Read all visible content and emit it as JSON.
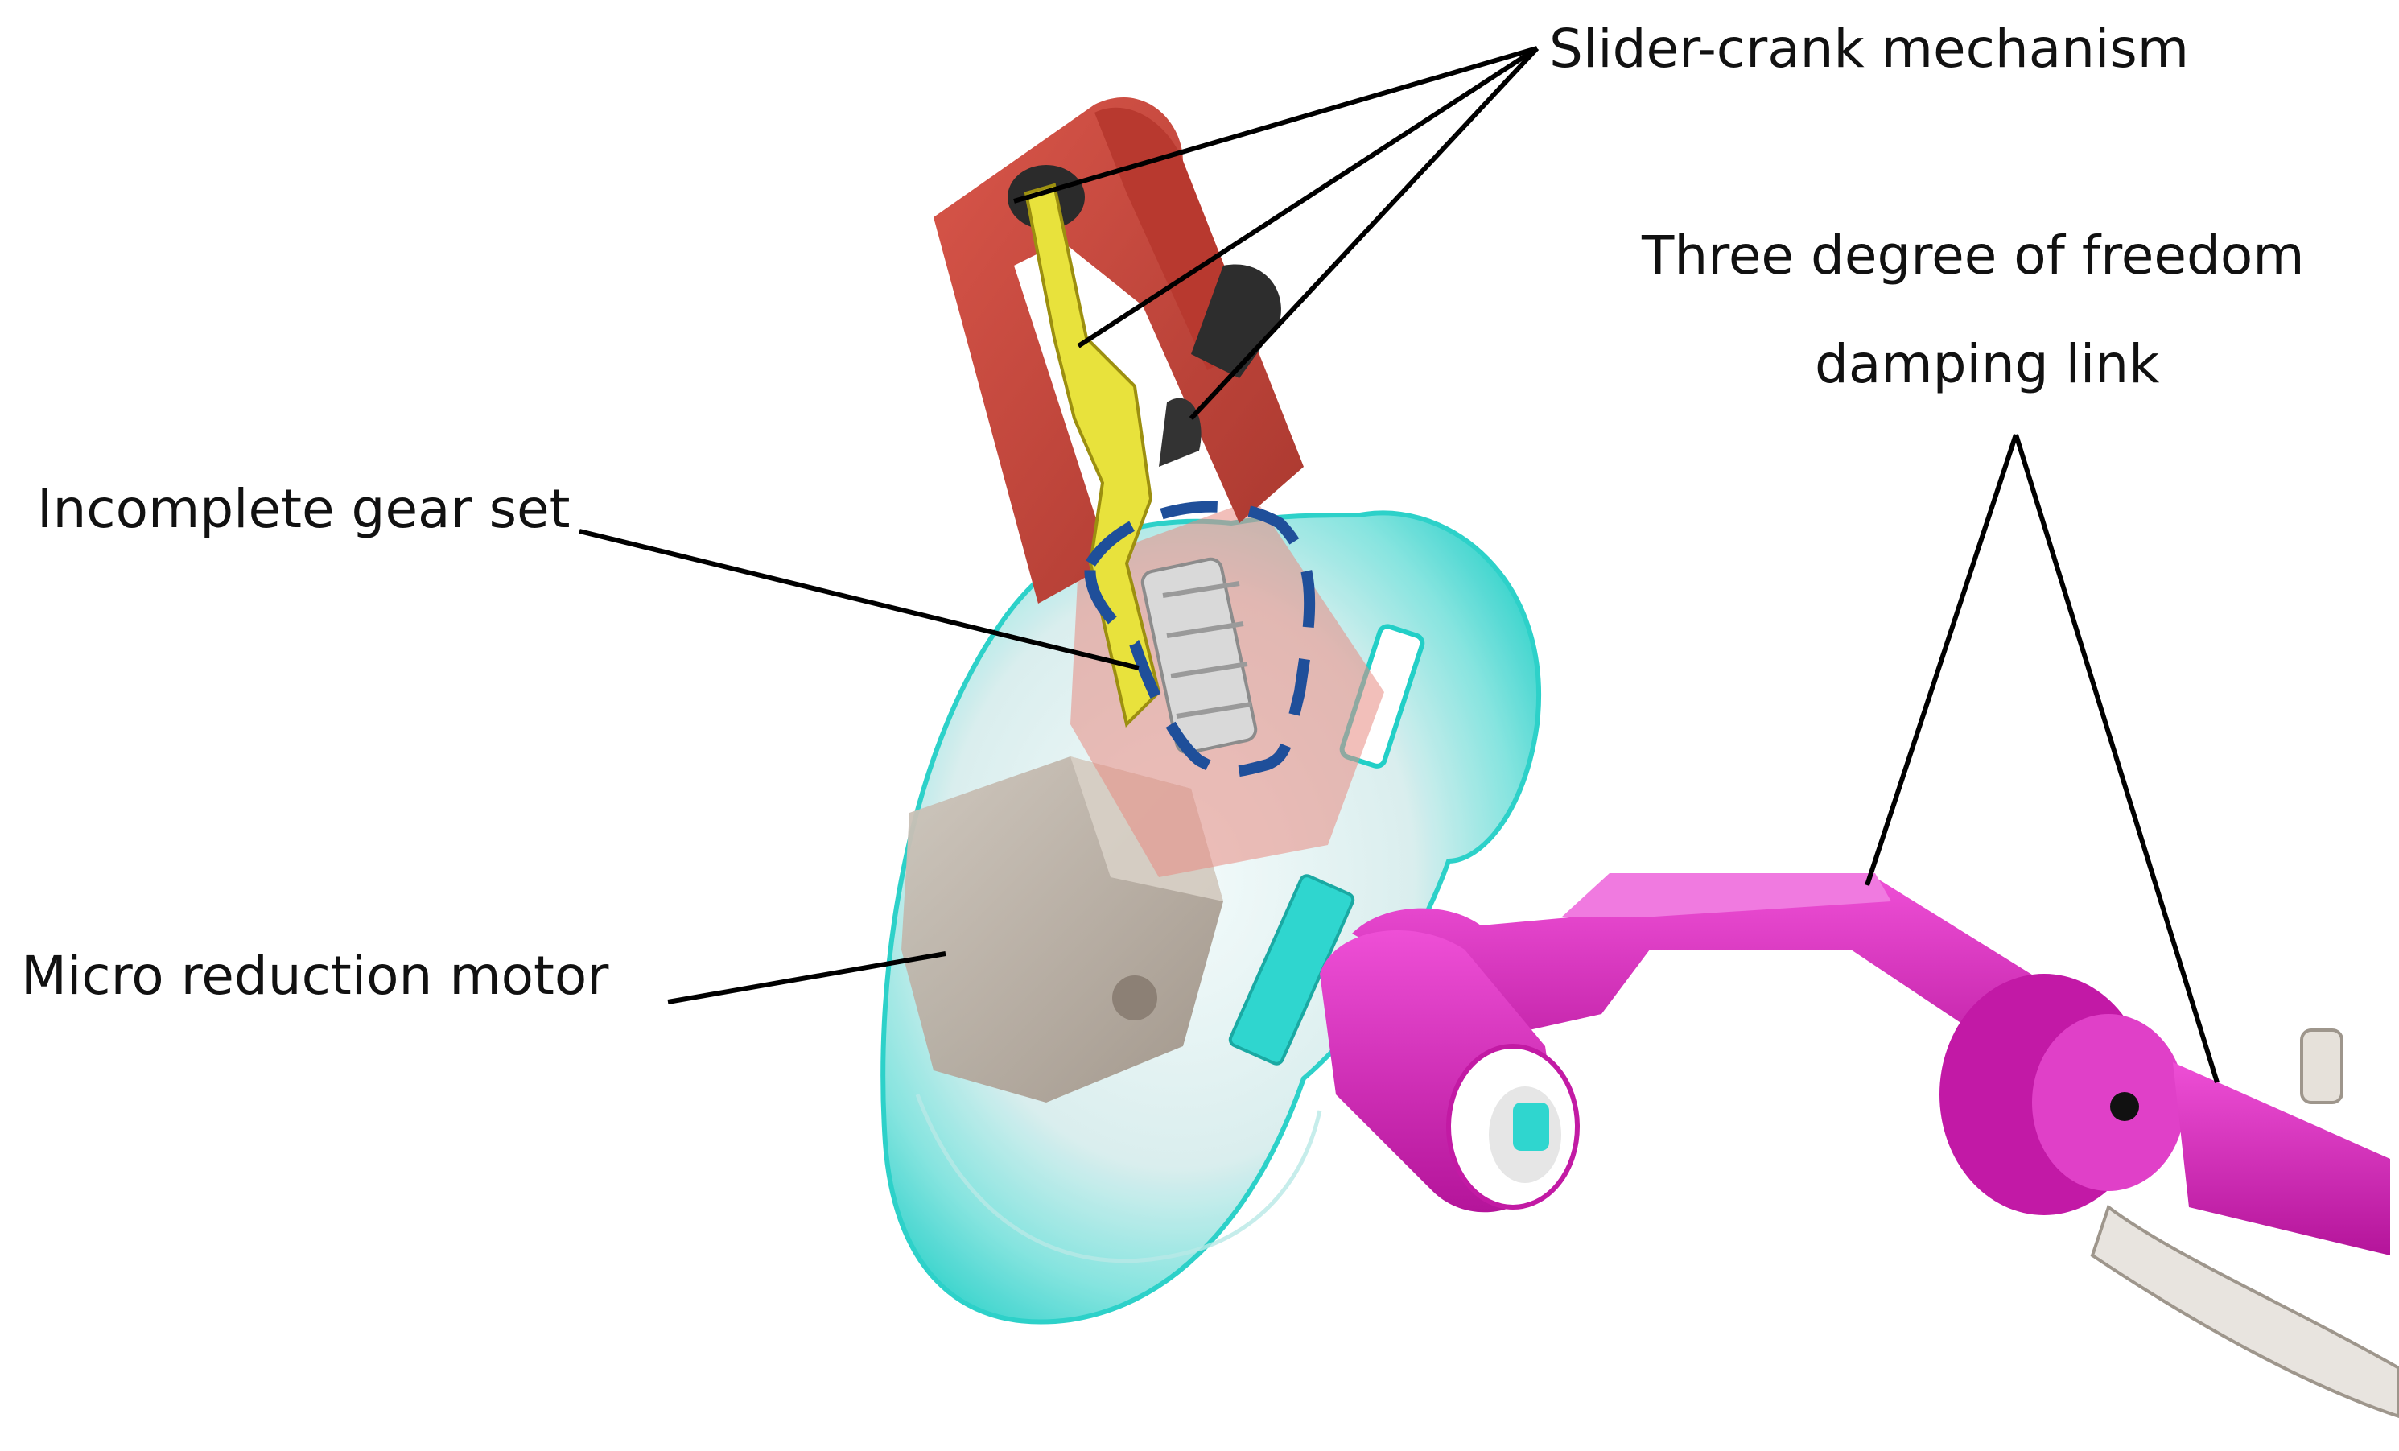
{
  "labels": {
    "slider_crank": "Slider-crank mechanism",
    "damping_link_line1": "Three degree of freedom",
    "damping_link_line2": "damping link",
    "incomplete_gear": "Incomplete gear set",
    "micro_motor": "Micro reduction motor"
  },
  "colors": {
    "red_crank": "#c2453a",
    "yellow_slider": "#e6e23a",
    "cyan_shell": "#2fd6cf",
    "magenta_link": "#d41fb4",
    "motor_gray": "#b9ada0",
    "gear_outline": "#1f4f9a",
    "leader_line": "#000000"
  }
}
